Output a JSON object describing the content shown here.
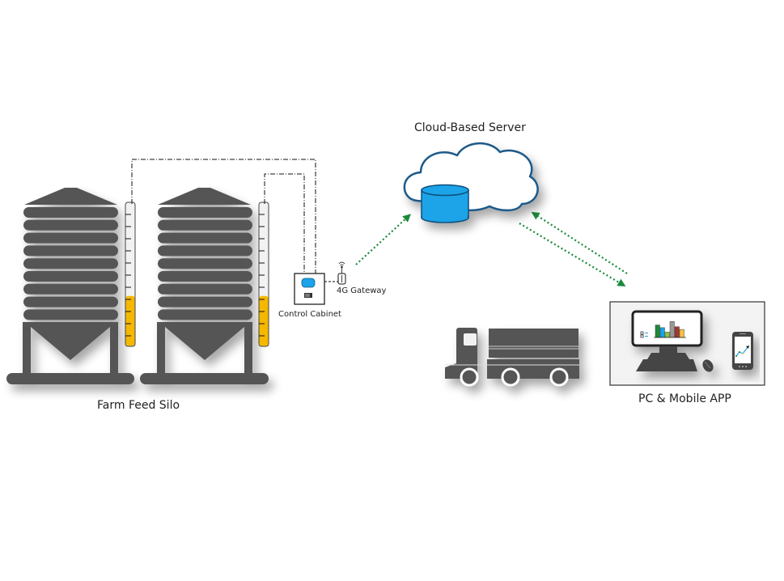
{
  "diagram": {
    "title": "Farm feed silo level monitoring system",
    "colors": {
      "silo_gray": "#555555",
      "feed_level": "#f5b800",
      "gauge_bg": "#f2f2f2",
      "cloud_stroke": "#1f5a8a",
      "database_fill": "#1aa3e8",
      "arrow_green": "#1a8a3a",
      "screen_bar_colors": [
        "#1e8a3a",
        "#1aa3e8",
        "#8cc63f",
        "#999999",
        "#a0392b",
        "#f5c242"
      ]
    },
    "nodes": {
      "silos": {
        "label": "Farm Feed Silo",
        "count": 2,
        "gauges": [
          {
            "name": "silo-1-level",
            "fill_fraction": 0.35
          },
          {
            "name": "silo-2-level",
            "fill_fraction": 0.35
          }
        ]
      },
      "control_cabinet": {
        "label": "Control Cabinet"
      },
      "gateway": {
        "label": "4G Gateway"
      },
      "cloud": {
        "label": "Cloud-Based Server"
      },
      "truck": {
        "label": ""
      },
      "client": {
        "label": "PC & Mobile APP"
      }
    },
    "connections": [
      {
        "from": "silos",
        "to": "control_cabinet",
        "style": "dash-dot"
      },
      {
        "from": "control_cabinet",
        "to": "gateway",
        "style": "dashed"
      },
      {
        "from": "gateway",
        "to": "cloud",
        "style": "dotted-arrow"
      },
      {
        "from": "cloud",
        "to": "client",
        "style": "dotted-arrow"
      },
      {
        "from": "client",
        "to": "cloud",
        "style": "dotted-arrow"
      }
    ]
  }
}
